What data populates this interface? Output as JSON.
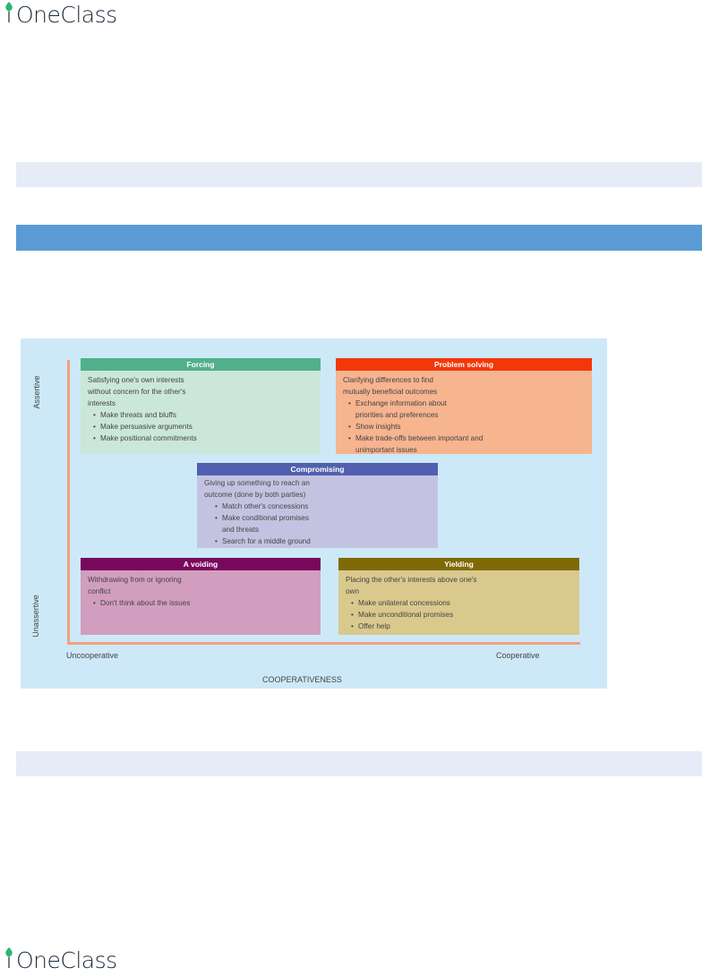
{
  "logo": {
    "text": "OneClass"
  },
  "diagram": {
    "y_axis": {
      "top_label": "Assertive",
      "bottom_label": "Unassertive"
    },
    "x_axis": {
      "left_label": "Uncooperative",
      "right_label": "Cooperative",
      "title": "COOPERATIVENESS"
    },
    "boxes": {
      "forcing": {
        "title": "Forcing",
        "description": "Satisfying one's own interests without concern for the other's interests",
        "bullets": [
          "Make threats and bluffs",
          "Make persuasive arguments",
          "Make positional commitments"
        ]
      },
      "problem_solving": {
        "title": "Problem solving",
        "description": "Clarifying differences to find mutually beneficial outcomes",
        "bullets": [
          "Exchange information about priorities and preferences",
          "Show insights",
          "Make trade-offs between important and unimportant issues"
        ]
      },
      "compromising": {
        "title": "Compromising",
        "description": "Giving up something to reach an outcome (done by both parties)",
        "bullets": [
          "Match other's concessions",
          "Make conditional promises and threats",
          "Search for a middle ground"
        ]
      },
      "avoiding": {
        "title": "A voiding",
        "description": "Withdrawing from or ignoring conflict",
        "bullets": [
          "Don't think about the issues"
        ]
      },
      "yielding": {
        "title": "Yielding",
        "description": "Placing the other's interests above one's own",
        "bullets": [
          "Make unilateral concessions",
          "Make unconditional promises",
          "Offer help"
        ]
      }
    }
  },
  "colors": {
    "forcing": "#52b08b",
    "problem_solving": "#f3370b",
    "compromising": "#515fae",
    "avoiding": "#78085c",
    "yielding": "#7f6a06",
    "axis": "#f3a17f",
    "diagram_bg": "#cde9f8"
  }
}
